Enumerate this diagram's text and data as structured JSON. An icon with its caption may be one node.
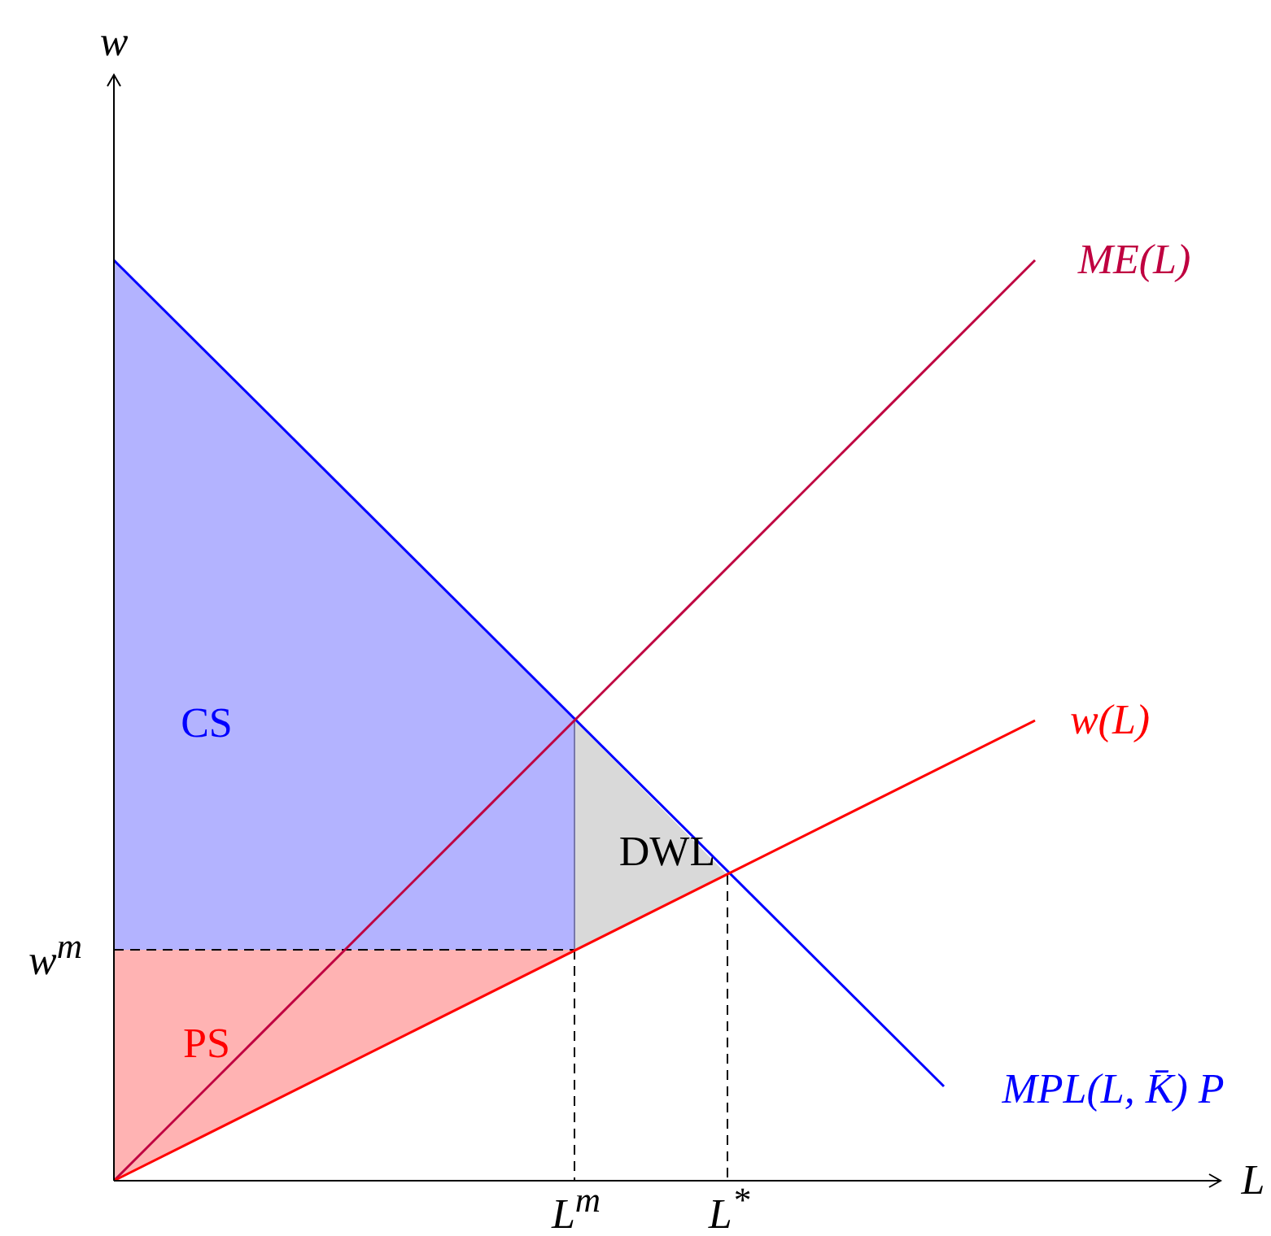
{
  "diagram": {
    "labels": [
      "w",
      "ME(L)",
      "w(L)",
      "CS",
      "DWL",
      "w$^{m}$",
      "PS",
      "MPL(L, K̄) P",
      "L",
      "L$^{m}$",
      "L$^{*}$"
    ]
  }
}
